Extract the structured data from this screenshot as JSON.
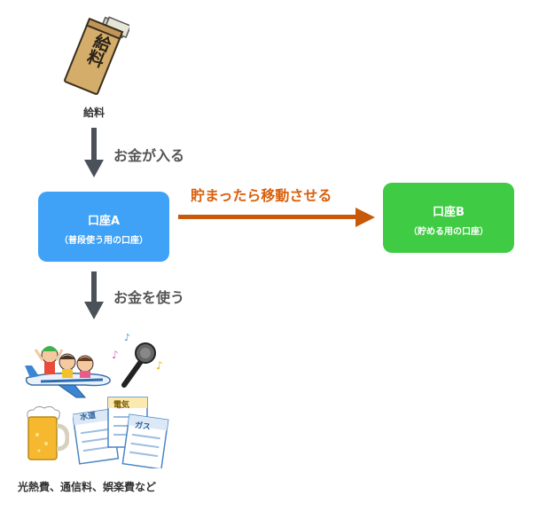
{
  "salary": {
    "caption": "給料",
    "envelope_text": "給料"
  },
  "arrow_down_1": {
    "label": "お金が入る"
  },
  "arrow_right": {
    "label": "貯まったら移動させる"
  },
  "arrow_down_2": {
    "label": "お金を使う"
  },
  "account_a": {
    "title": "口座A",
    "subtitle": "（普段使う用の口座）",
    "color": "#3fa2f7"
  },
  "account_b": {
    "title": "口座B",
    "subtitle": "（貯める用の口座）",
    "color": "#3fcb44"
  },
  "bills": {
    "water": "水道",
    "electricity": "電気",
    "gas": "ガス"
  },
  "expenses": {
    "caption": "光熱費、通信料、娯楽費など"
  },
  "colors": {
    "arrow_gray": "#4a5158",
    "arrow_orange": "#c8580a"
  }
}
